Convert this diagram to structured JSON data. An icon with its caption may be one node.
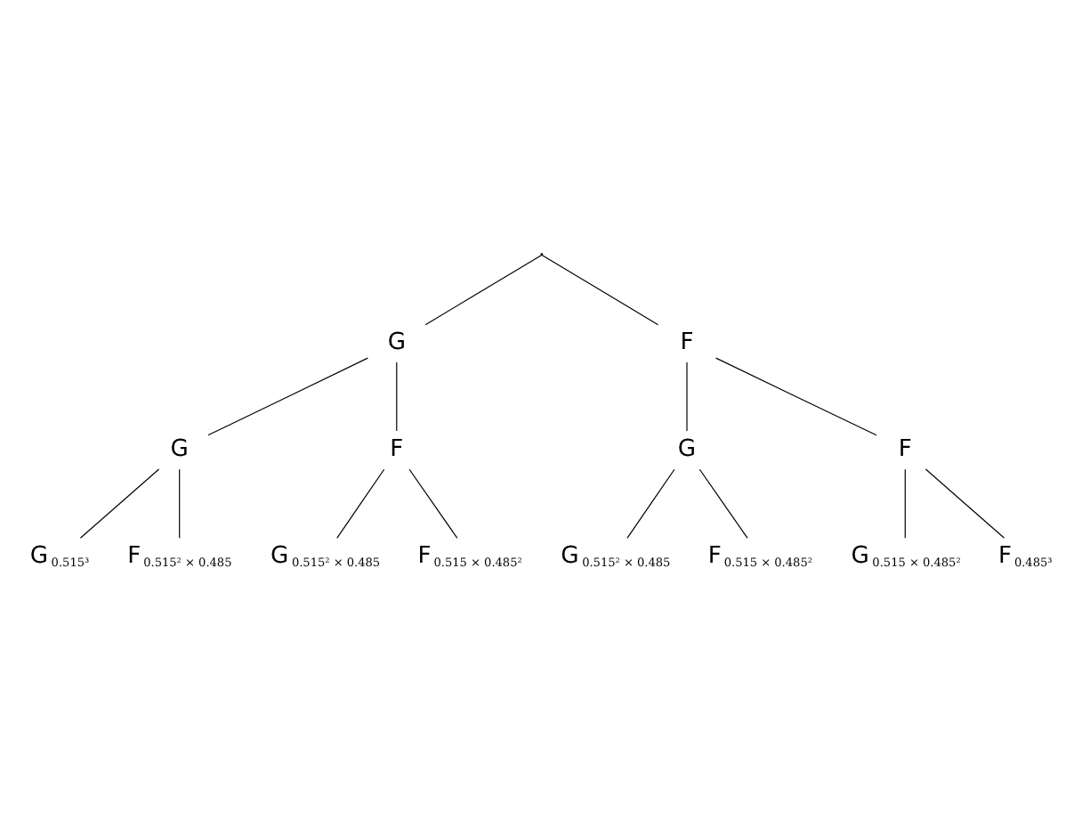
{
  "diagram": {
    "nodes": [
      {
        "text": [],
        "shape": "point"
      },
      {
        "text": [
          "G"
        ]
      },
      {
        "text": [
          "F"
        ]
      },
      {
        "text": [
          "G"
        ]
      },
      {
        "text": [
          "F"
        ]
      },
      {
        "text": [
          "G"
        ]
      },
      {
        "text": [
          "F"
        ]
      },
      {
        "text": [
          "G"
        ],
        "beside": [
          "0.515³"
        ]
      },
      {
        "text": [
          "F"
        ],
        "beside": [
          "0.515² × 0.485"
        ]
      },
      {
        "text": [
          "G"
        ],
        "beside": [
          "0.515² × 0.485"
        ]
      },
      {
        "text": [
          "F"
        ],
        "beside": [
          "0.515 × 0.485²"
        ]
      },
      {
        "text": [
          "G"
        ],
        "beside": [
          "0.515² × 0.485"
        ]
      },
      {
        "text": [
          "F"
        ],
        "beside": [
          "0.515 × 0.485²"
        ]
      },
      {
        "text": [
          "G"
        ],
        "beside": [
          "0.515 × 0.485²"
        ]
      },
      {
        "text": [
          "F"
        ],
        "beside": [
          "0.485³"
        ]
      }
    ],
    "edges": [
      {
        "from": 0,
        "to": 1,
        "arrow": "none"
      },
      {
        "from": 0,
        "to": 2,
        "arrow": "none"
      },
      {
        "from": 1,
        "to": 3,
        "arrow": "none"
      },
      {
        "from": 1,
        "to": 4,
        "arrow": "none"
      },
      {
        "from": 2,
        "to": 5,
        "arrow": "none"
      },
      {
        "from": 2,
        "to": 6,
        "arrow": "none"
      },
      {
        "from": 3,
        "to": 7,
        "arrow": "none"
      },
      {
        "from": 3,
        "to": 8,
        "arrow": "none"
      },
      {
        "from": 4,
        "to": 9,
        "arrow": "none"
      },
      {
        "from": 4,
        "to": 10,
        "arrow": "none"
      },
      {
        "from": 5,
        "to": 11,
        "arrow": "none"
      },
      {
        "from": 5,
        "to": 12,
        "arrow": "none"
      },
      {
        "from": 6,
        "to": 13,
        "arrow": "none"
      },
      {
        "from": 6,
        "to": 14,
        "arrow": "none"
      }
    ]
  }
}
